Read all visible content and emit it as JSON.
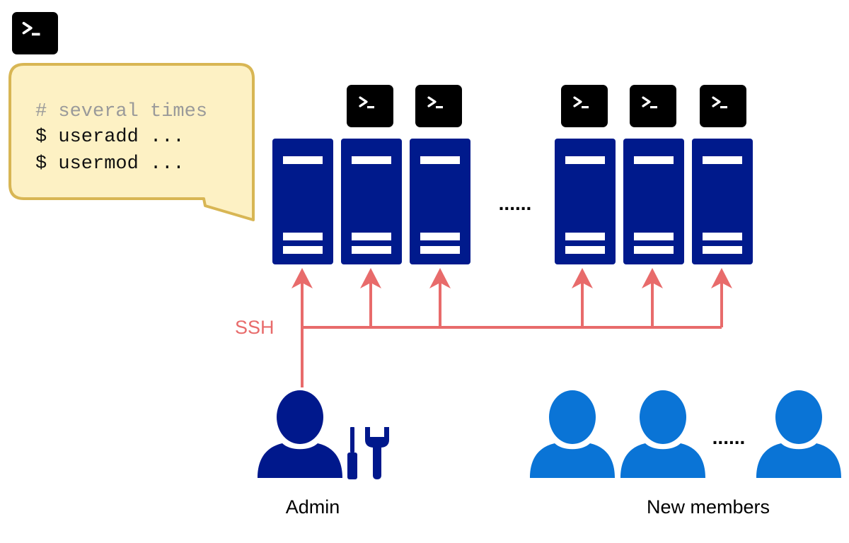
{
  "callout": {
    "lines": [
      "# several times",
      "$ useradd ...",
      "$ usermod ..."
    ]
  },
  "servers_ellipsis": "......",
  "connection_label": "SSH",
  "admin": {
    "label": "Admin"
  },
  "members": {
    "label": "New members",
    "ellipsis": "......"
  },
  "colors": {
    "server": "#001a8c",
    "server_stripe": "#ffffff",
    "terminal": "#000000",
    "ssh": "#e86b6b",
    "admin": "#00188c",
    "member": "#0a74d6",
    "callout_fill": "#fdf1c4",
    "callout_stroke": "#d8b654",
    "comment_text": "#9a9a9a"
  },
  "icons": [
    "terminal-icon",
    "server-icon",
    "admin-icon",
    "tools-icon",
    "user-icon"
  ]
}
